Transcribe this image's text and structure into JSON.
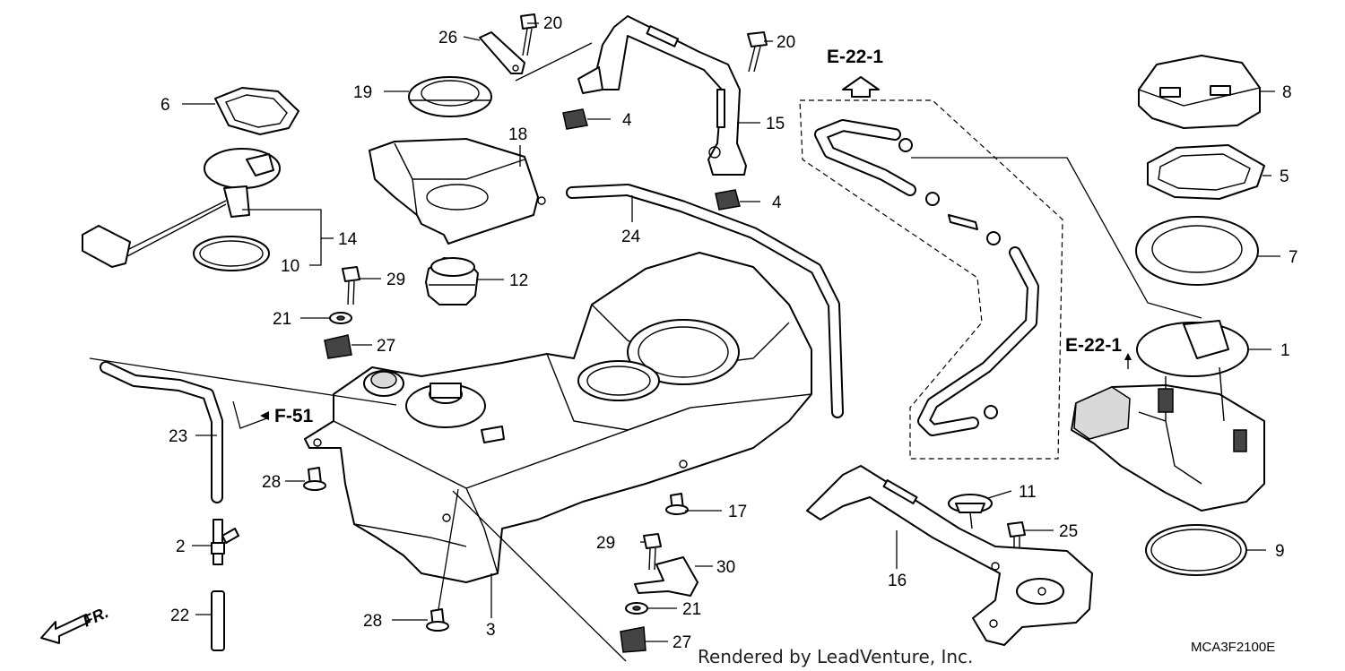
{
  "diagram_code": "MCA3F2100E",
  "watermark": "Rendered by LeadVenture, Inc.",
  "front_marker": "FR.",
  "refs": {
    "e22_top": "E-22-1",
    "e22_right": "E-22-1",
    "f51": "F-51"
  },
  "callouts": {
    "c1": "1",
    "c2": "2",
    "c3": "3",
    "c4a": "4",
    "c4b": "4",
    "c5": "5",
    "c6": "6",
    "c7": "7",
    "c8": "8",
    "c9": "9",
    "c10": "10",
    "c11": "11",
    "c12": "12",
    "c14": "14",
    "c15": "15",
    "c16": "16",
    "c17": "17",
    "c18": "18",
    "c19": "19",
    "c20a": "20",
    "c20b": "20",
    "c21a": "21",
    "c21b": "21",
    "c22": "22",
    "c23": "23",
    "c24": "24",
    "c25": "25",
    "c26": "26",
    "c27a": "27",
    "c27b": "27",
    "c28a": "28",
    "c28b": "28",
    "c29a": "29",
    "c29b": "29",
    "c30": "30"
  }
}
